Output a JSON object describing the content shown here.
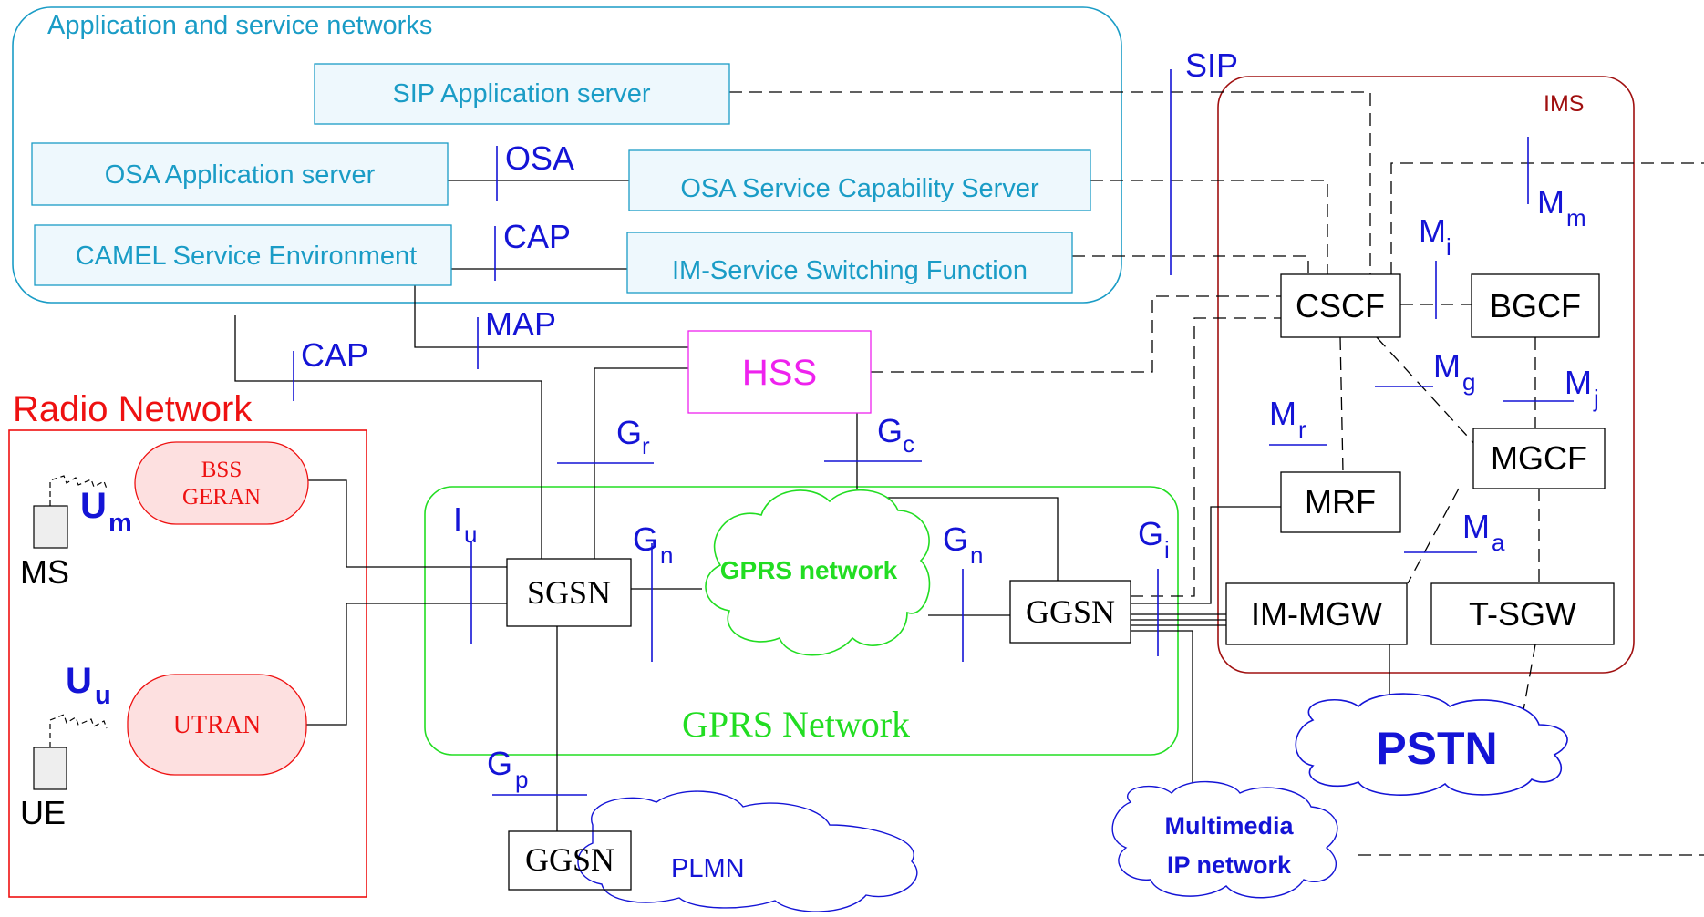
{
  "app_networks": {
    "title": "Application and service networks",
    "sip_as": "SIP Application server",
    "osa_as": "OSA Application server",
    "osa_scs": "OSA Service Capability Server",
    "camel": "CAMEL Service Environment",
    "im_ssf": "IM-Service Switching Function"
  },
  "ims": {
    "title": "IMS",
    "cscf": "CSCF",
    "bgcf": "BGCF",
    "mgcf": "MGCF",
    "mrf": "MRF",
    "im_mgw": "IM-MGW",
    "t_sgw": "T-SGW"
  },
  "radio": {
    "title": "Radio Network",
    "bss_line1": "BSS",
    "bss_line2": "GERAN",
    "utran": "UTRAN",
    "ms": "MS",
    "ue": "UE"
  },
  "gprs": {
    "title": "GPRS Network",
    "cloud": "GPRS network",
    "sgsn": "SGSN",
    "ggsn": "GGSN"
  },
  "hss": "HSS",
  "plmn": {
    "ggsn": "GGSN",
    "label": "PLMN"
  },
  "pstn": "PSTN",
  "multimedia": {
    "line1": "Multimedia",
    "line2": "IP network"
  },
  "interfaces": {
    "sip": "SIP",
    "osa": "OSA",
    "cap_top": "CAP",
    "map": "MAP",
    "cap": "CAP",
    "gr_main": "G",
    "gr_sub": "r",
    "gc_main": "G",
    "gc_sub": "c",
    "iu_main": "I",
    "iu_sub": "u",
    "gn1_main": "G",
    "gn1_sub": "n",
    "gn2_main": "G",
    "gn2_sub": "n",
    "gi_main": "G",
    "gi_sub": "i",
    "gp_main": "G",
    "gp_sub": "p",
    "um_main": "U",
    "um_sub": "m",
    "uu_main": "U",
    "uu_sub": "u",
    "mi_main": "M",
    "mi_sub": "i",
    "mm_main": "M",
    "mm_sub": "m",
    "mg_main": "M",
    "mg_sub": "g",
    "mj_main": "M",
    "mj_sub": "j",
    "mr_main": "M",
    "mr_sub": "r",
    "ma_main": "M",
    "ma_sub": "a"
  },
  "colors": {
    "app": "#1a9cc6",
    "ims": "#a01010",
    "radio_title": "#ee1111",
    "radio_fill": "#fde0e0",
    "gprs": "#22dd22",
    "hss": "#ee22ee",
    "interface": "#1414d6"
  }
}
